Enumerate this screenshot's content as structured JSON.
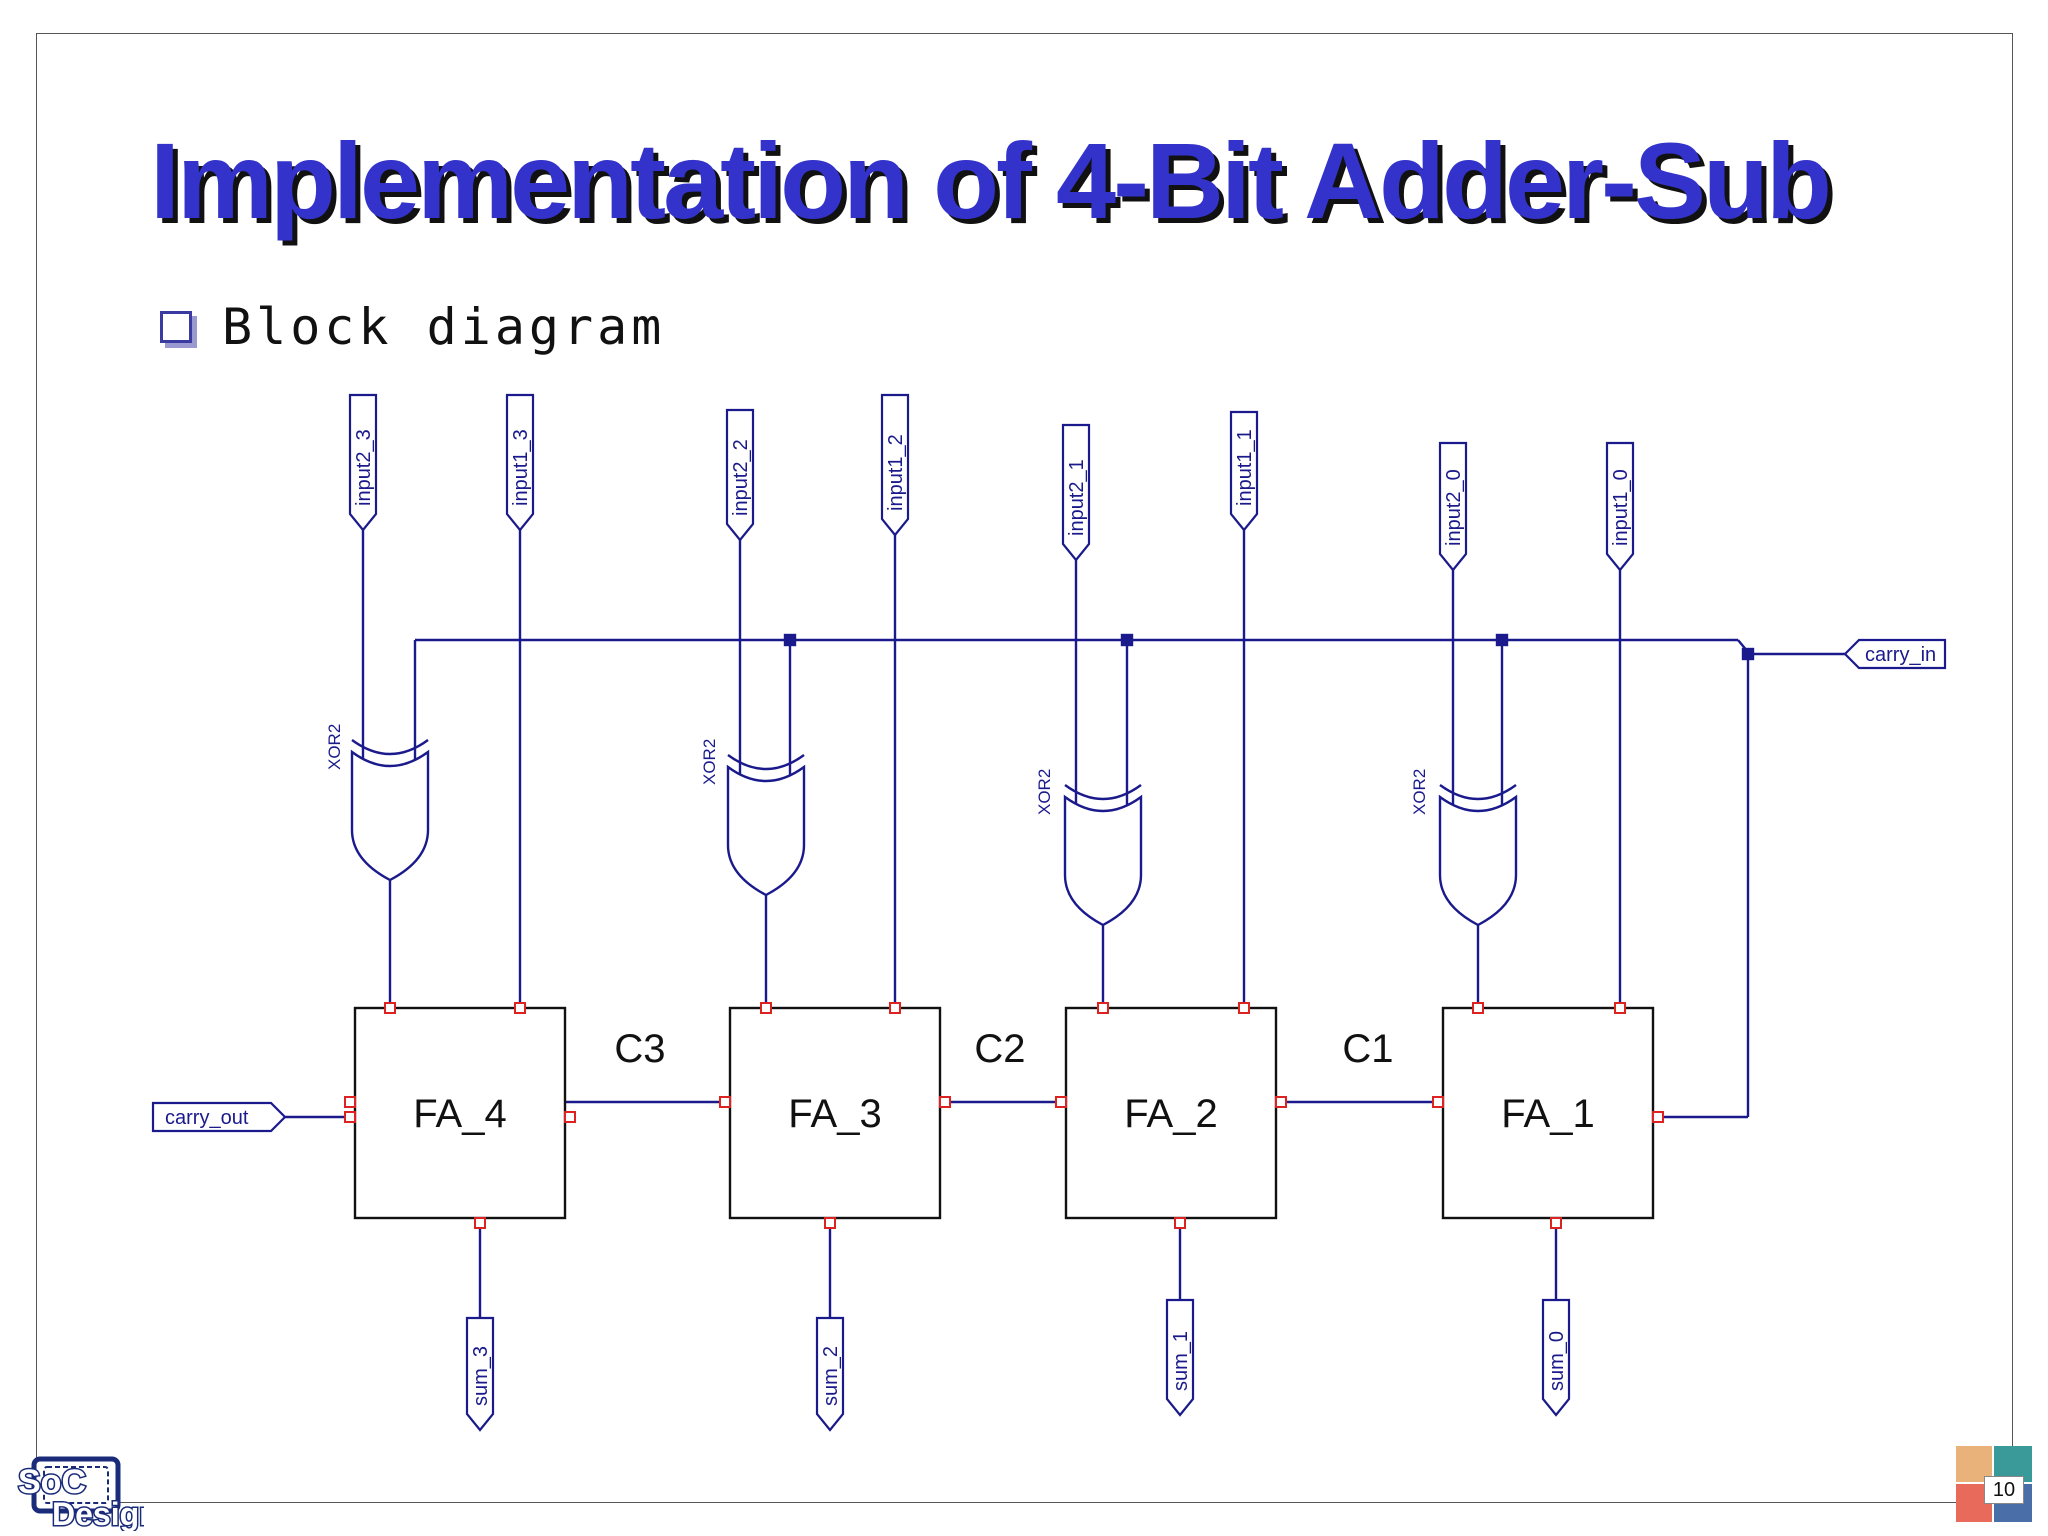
{
  "slide": {
    "title": "Implementation of 4-Bit Adder-Sub",
    "bullet": "Block diagram",
    "page_number": "10",
    "logo_text": "SoC Design"
  },
  "diagram": {
    "blocks": [
      {
        "id": "fa4",
        "label": "FA_4"
      },
      {
        "id": "fa3",
        "label": "FA_3"
      },
      {
        "id": "fa2",
        "label": "FA_2"
      },
      {
        "id": "fa1",
        "label": "FA_1"
      }
    ],
    "carry_labels": [
      "C3",
      "C2",
      "C1"
    ],
    "gate_label": "XOR2",
    "input_ports": [
      "input2_3",
      "input1_3",
      "input2_2",
      "input1_2",
      "input2_1",
      "input1_1",
      "input2_0",
      "input1_0"
    ],
    "output_ports": [
      "sum_3",
      "sum_2",
      "sum_1",
      "sum_0"
    ],
    "carry_in": "carry_in",
    "carry_out": "carry_out"
  },
  "colors": {
    "title": "#3333cc",
    "wire": "#1a1a8c",
    "pin": "#dd2222",
    "text": "#111111"
  }
}
